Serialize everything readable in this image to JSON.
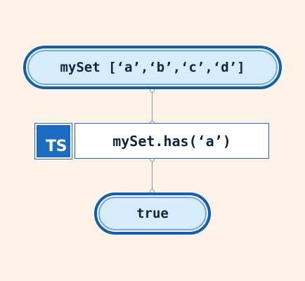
{
  "nodes": {
    "input": {
      "label": "mySet [‘a’,‘b’,‘c’,‘d’]"
    },
    "method": {
      "badge": "TS",
      "code": "mySet.has(‘a’)"
    },
    "output": {
      "label": "true"
    }
  },
  "colors": {
    "background": "#fdf3e6",
    "pill_fill": "#d7ecfb",
    "pill_border": "#0f5fb3",
    "ts_blue": "#1c6cc4",
    "text": "#0d2545",
    "connector": "#8a96a6"
  },
  "icons": {
    "badge_icon": "typescript-logo"
  }
}
